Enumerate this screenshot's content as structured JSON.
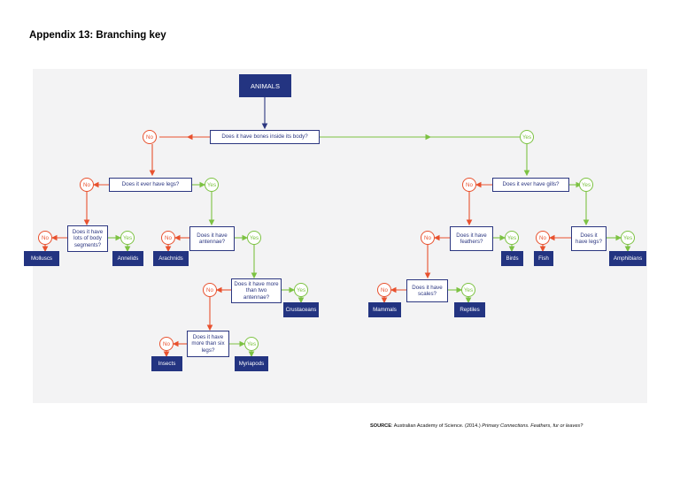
{
  "title": "Appendix 13: Branching key",
  "colors": {
    "navy": "#233481",
    "no": "#e8512e",
    "yes": "#7cc242",
    "panel": "#f3f3f4"
  },
  "diagram": {
    "root": "ANIMALS",
    "answers": {
      "no": "No",
      "yes": "Yes"
    },
    "questions": {
      "bones": "Does it have bones inside its body?",
      "legs": "Does it ever have legs?",
      "gills": "Does it ever have gills?",
      "segments": "Does it have lots of body segments?",
      "antennae": "Does it have antennae?",
      "two_antennae": "Does it have more than two antennae?",
      "six_legs": "Does it have more than six legs?",
      "feathers": "Does it have feathers?",
      "scales": "Does it have scales?",
      "has_legs": "Does it have legs?"
    },
    "groups": {
      "molluscs": "Molluscs",
      "annelids": "Annelids",
      "arachnids": "Arachnids",
      "crustaceans": "Crustaceans",
      "insects": "Insects",
      "myriapods": "Myriapods",
      "birds": "Birds",
      "mammals": "Mammals",
      "reptiles": "Reptiles",
      "fish": "Fish",
      "amphibians": "Amphibians"
    }
  },
  "source": {
    "label": "SOURCE",
    "text": ": Australian Academy of Science. (2014.) ",
    "title": "Primary Connections. Feathers, fur or leaves?"
  }
}
